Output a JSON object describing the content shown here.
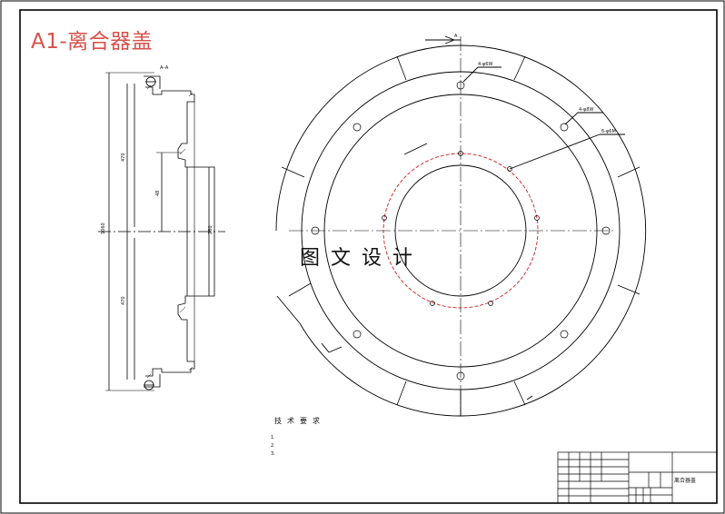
{
  "drawing": {
    "title": "A1-离合器盖",
    "watermark": "图文设计",
    "section_label": "A–A",
    "view_marker": "A",
    "hole_callouts": [
      "4-φ6W",
      "4-φ8W",
      "6-φ6M"
    ],
    "technical_requirements": {
      "heading": "技术要求",
      "items": [
        "1.",
        "2.",
        "3."
      ]
    },
    "title_block": {
      "part_name": "离合器盖"
    }
  },
  "colors": {
    "title_red": "#d8504a",
    "pitch_circle_red": "#d02020",
    "line": "#000000"
  }
}
